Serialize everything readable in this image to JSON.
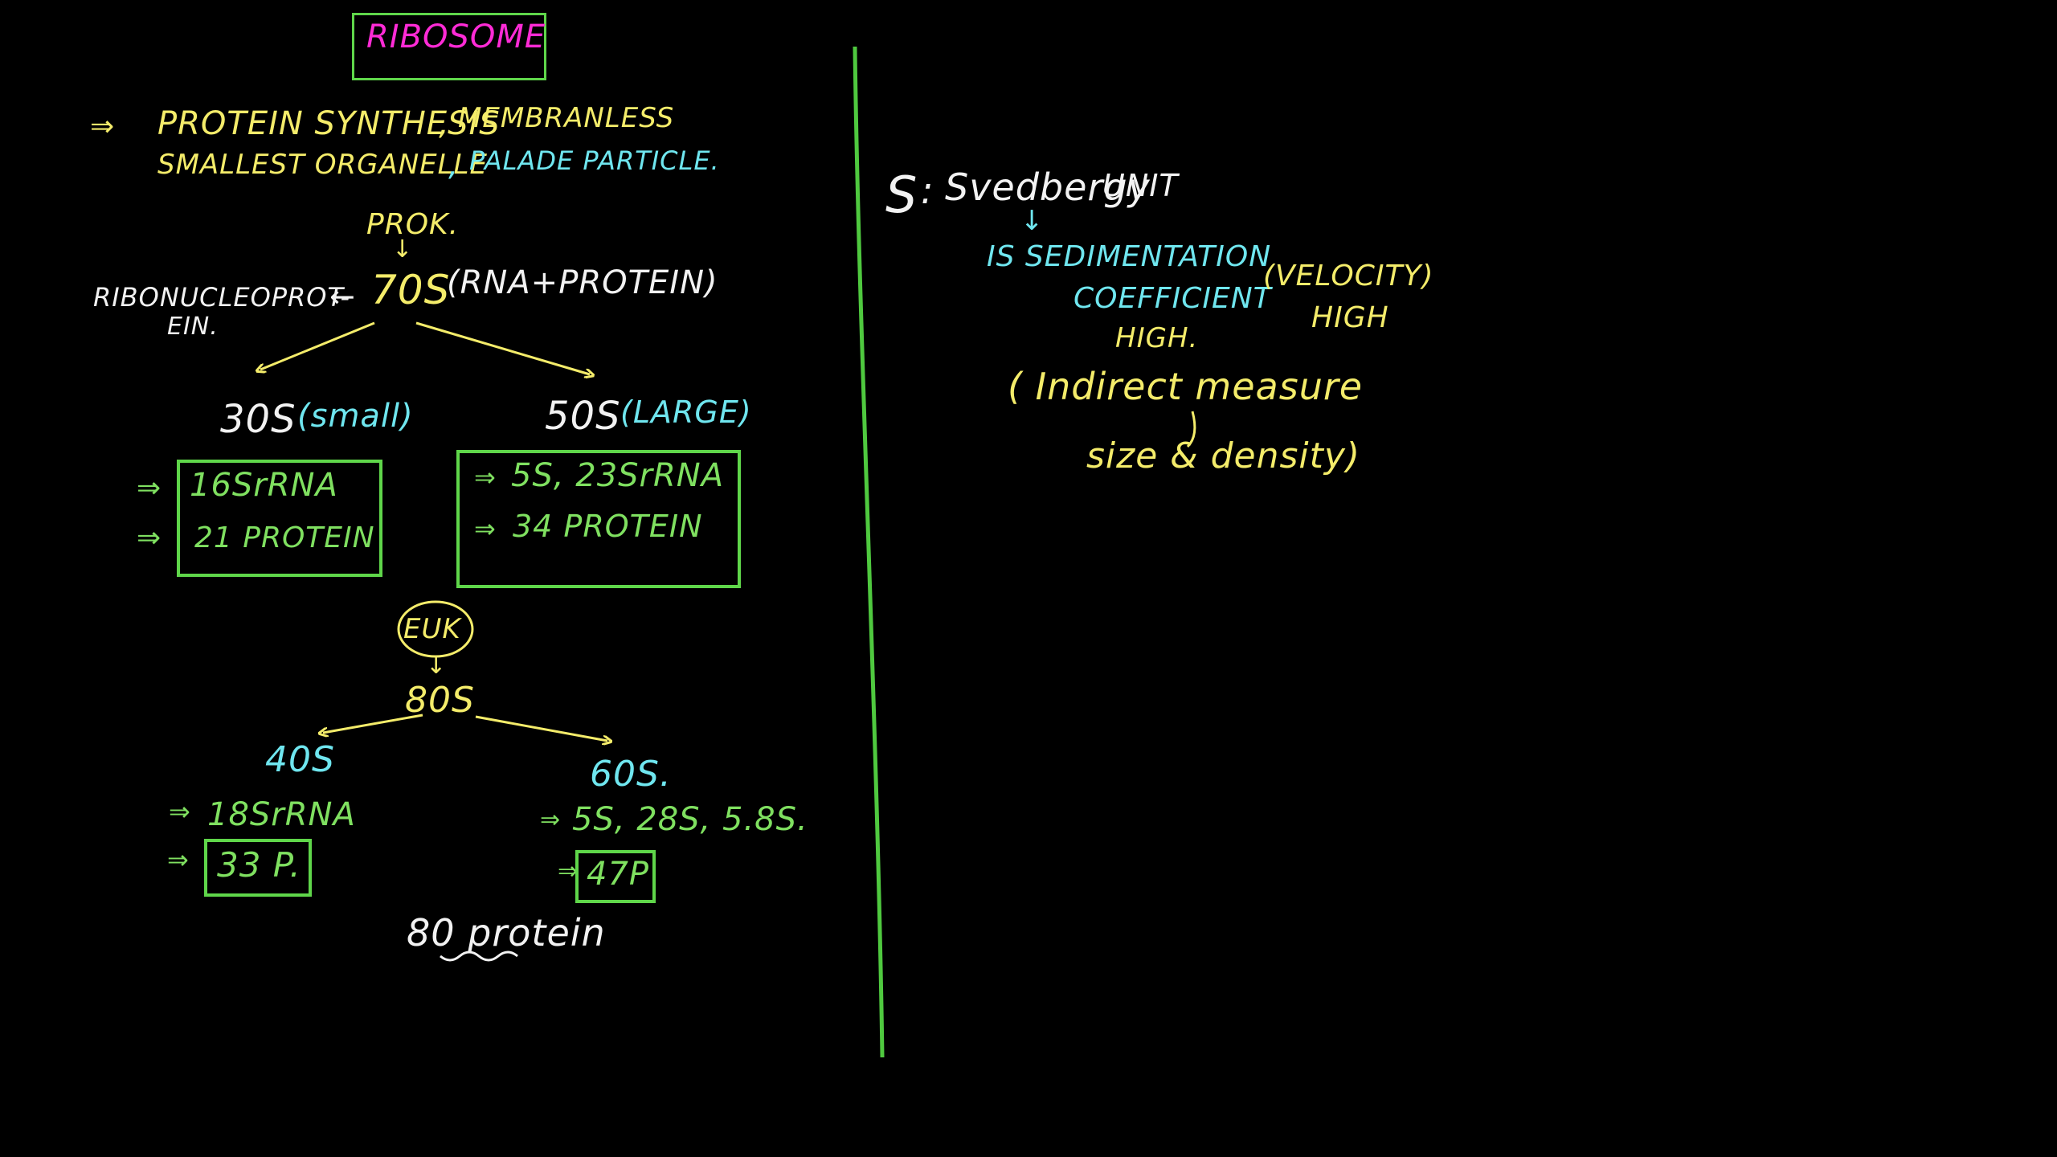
{
  "colors": {
    "background": "#000000",
    "yellow": "#f4ec6a",
    "cyan": "#6fe6ef",
    "green": "#7fe060",
    "magenta": "#ff2bd6",
    "white": "#f2f2f2",
    "box_green": "#5fd64a",
    "divider": "#4fc93f"
  },
  "left": {
    "title": "RIBOSOME",
    "bullet_arrow": "⇒",
    "line1_a": "PROTEIN SYNTHESIS",
    "line1_sep": ",",
    "line1_b": "MEMBRANLESS",
    "line2_a": "SMALLEST ORGANELLE",
    "line2_sep": ",",
    "line2_b": "PALADE PARTICLE.",
    "prok": {
      "label": "PROK.",
      "down_arrow": "↓",
      "value": "70S",
      "composition": "(RNA+PROTEIN)",
      "left_arrow": "←",
      "alias_line1": "RIBONUCLEOPROT-",
      "alias_line2": "EIN."
    },
    "s30": {
      "value": "30S",
      "label": "(small)",
      "items": [
        {
          "arrow": "⇒",
          "text": "16SrRNA"
        },
        {
          "arrow": "⇒",
          "text": "21 PROTEIN"
        }
      ]
    },
    "s50": {
      "value": "50S",
      "label": "(LARGE)",
      "items": [
        {
          "arrow": "⇒",
          "text": "5S, 23SrRNA"
        },
        {
          "arrow": "⇒",
          "text": "34 PROTEIN"
        }
      ]
    },
    "euk": {
      "label": "EUK",
      "down_arrow": "↓",
      "value": "80S"
    },
    "s40": {
      "value": "40S",
      "rna_arrow": "⇒",
      "rna": "18SrRNA",
      "protein_arrow": "⇒",
      "protein": "33 P."
    },
    "s60": {
      "value": "60S.",
      "rna_arrow": "⇒",
      "rna": "5S, 28S, 5.8S.",
      "protein_arrow": "⇒",
      "protein": "47P"
    },
    "total": "80 protein"
  },
  "right": {
    "s_letter": "S",
    "s_colon": ":",
    "unit_a": "Svedbergy",
    "unit_b": "UNIT",
    "down_arrow": "↓",
    "def_line1": "IS SEDIMENTATION",
    "def_line2": "COEFFICIENT",
    "def_line3": "HIGH.",
    "velocity": "(VELOCITY)",
    "velocity_high": "HIGH",
    "measure_line1": "( Indirect measure",
    "measure_line2": "size & density)"
  }
}
